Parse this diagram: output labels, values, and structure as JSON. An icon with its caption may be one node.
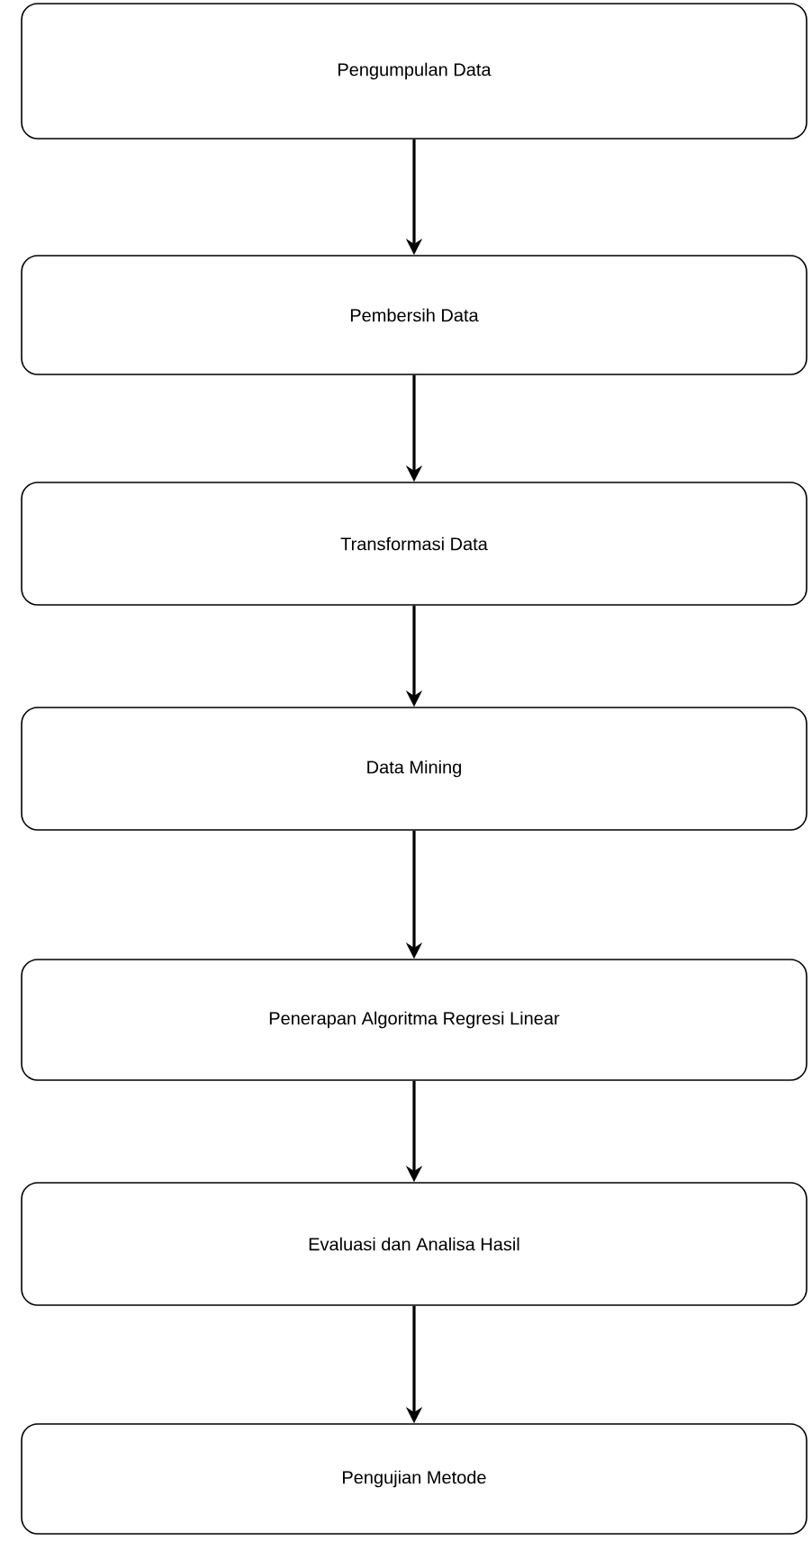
{
  "diagram": {
    "nodes": [
      {
        "text": [
          "Pengumpulan Data"
        ]
      },
      {
        "text": [
          "Pembersih Data"
        ]
      },
      {
        "text": [
          "Transformasi Data"
        ]
      },
      {
        "text": [
          "Data Mining"
        ]
      },
      {
        "text": [
          "Penerapan Algoritma Regresi Linear"
        ]
      },
      {
        "text": [
          "Evaluasi dan Analisa Hasil"
        ]
      },
      {
        "text": [
          "Pengujian Metode"
        ]
      }
    ],
    "edges": [
      {
        "from": 0,
        "to": 1,
        "arrow": "to"
      },
      {
        "from": 1,
        "to": 2,
        "arrow": "to"
      },
      {
        "from": 2,
        "to": 3,
        "arrow": "to"
      },
      {
        "from": 3,
        "to": 4,
        "arrow": "to"
      },
      {
        "from": 4,
        "to": 5,
        "arrow": "to"
      },
      {
        "from": 5,
        "to": 6,
        "arrow": "to"
      }
    ]
  }
}
